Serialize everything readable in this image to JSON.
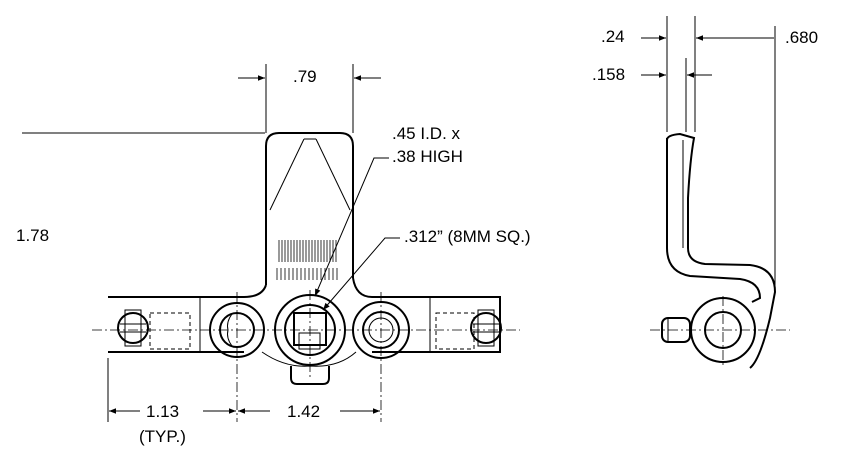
{
  "dimensions": {
    "top_width": ".79",
    "height": "1.78",
    "id_line1": ".45 I.D. x",
    "id_line2": ".38 HIGH",
    "square": ".312” (8MM SQ.)",
    "spacing_outer": "1.13",
    "typ": "(TYP.)",
    "spacing_inner": "1.42",
    "side_thickness": ".24",
    "side_offset": ".158",
    "side_depth": ".680"
  },
  "colors": {
    "ink": "#000000",
    "background": "#ffffff"
  }
}
